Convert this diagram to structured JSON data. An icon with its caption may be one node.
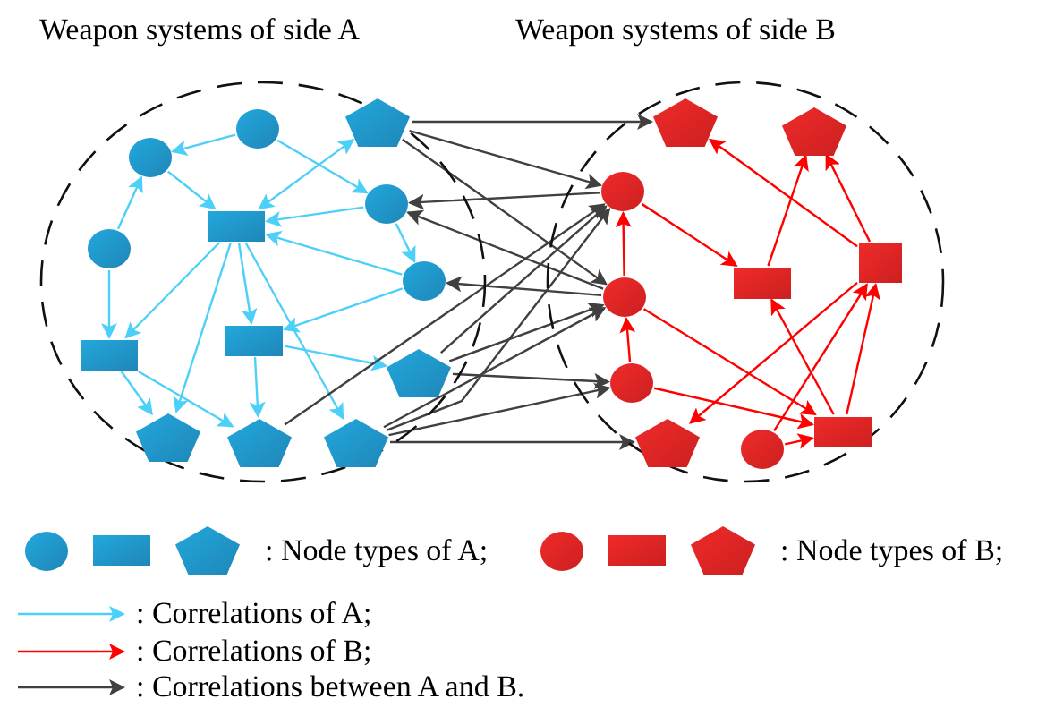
{
  "diagram": {
    "nodes": [
      {
        "text": [
          "Weapon systems of side A"
        ]
      },
      {
        "text": [],
        "shape": "circle",
        "in": 0
      },
      {
        "text": [],
        "shape": "circle",
        "in": 0
      },
      {
        "text": [],
        "shape": "pentagon",
        "in": 0
      },
      {
        "text": [],
        "shape": "circle",
        "in": 0
      },
      {
        "text": [],
        "shape": "box",
        "in": 0
      },
      {
        "text": [],
        "shape": "circle",
        "in": 0
      },
      {
        "text": [],
        "shape": "circle",
        "in": 0
      },
      {
        "text": [],
        "shape": "box",
        "in": 0
      },
      {
        "text": [],
        "shape": "box",
        "in": 0
      },
      {
        "text": [],
        "shape": "pentagon",
        "in": 0
      },
      {
        "text": [],
        "shape": "pentagon",
        "in": 0
      },
      {
        "text": [],
        "shape": "pentagon",
        "in": 0
      },
      {
        "text": [],
        "shape": "pentagon",
        "in": 0
      },
      {
        "text": [
          "Weapon systems of side B"
        ]
      },
      {
        "text": [],
        "shape": "pentagon",
        "in": 14
      },
      {
        "text": [],
        "shape": "pentagon",
        "in": 14
      },
      {
        "text": [],
        "shape": "circle",
        "in": 14
      },
      {
        "text": [],
        "shape": "box",
        "in": 14
      },
      {
        "text": [],
        "shape": "box",
        "in": 14
      },
      {
        "text": [],
        "shape": "circle",
        "in": 14
      },
      {
        "text": [],
        "shape": "circle",
        "in": 14
      },
      {
        "text": [],
        "shape": "box",
        "in": 14
      },
      {
        "text": [],
        "shape": "pentagon",
        "in": 14
      },
      {
        "text": [],
        "shape": "circle",
        "in": 14
      }
    ],
    "edges": [
      {
        "from": 2,
        "to": 1,
        "arrow": "to"
      },
      {
        "from": 4,
        "to": 1,
        "arrow": "to"
      },
      {
        "from": 1,
        "to": 5,
        "arrow": "to"
      },
      {
        "from": 2,
        "to": 6,
        "arrow": "to"
      },
      {
        "from": 5,
        "to": 3,
        "arrow": "both"
      },
      {
        "from": 6,
        "to": 5,
        "arrow": "to"
      },
      {
        "from": 7,
        "to": 5,
        "arrow": "to"
      },
      {
        "from": 6,
        "to": 7,
        "arrow": "to"
      },
      {
        "from": 4,
        "to": 8,
        "arrow": "to"
      },
      {
        "from": 5,
        "to": 8,
        "arrow": "to"
      },
      {
        "from": 5,
        "to": 11,
        "arrow": "to"
      },
      {
        "from": 5,
        "to": 9,
        "arrow": "to"
      },
      {
        "from": 5,
        "to": 13,
        "arrow": "to"
      },
      {
        "from": 7,
        "to": 9,
        "arrow": "to"
      },
      {
        "from": 9,
        "to": 10,
        "arrow": "to"
      },
      {
        "from": 8,
        "to": 11,
        "arrow": "to"
      },
      {
        "from": 8,
        "to": 12,
        "arrow": "to"
      },
      {
        "from": 9,
        "to": 12,
        "arrow": "to"
      },
      {
        "from": 3,
        "to": 15,
        "arrow": "to",
        "color": "#404040"
      },
      {
        "from": 3,
        "to": 17,
        "arrow": "to",
        "color": "#404040"
      },
      {
        "from": 3,
        "to": 20,
        "arrow": "to",
        "color": "#404040"
      },
      {
        "from": 17,
        "to": 6,
        "arrow": "to",
        "color": "#404040"
      },
      {
        "from": 20,
        "to": 6,
        "arrow": "to",
        "color": "#404040"
      },
      {
        "from": 20,
        "to": 7,
        "arrow": "to",
        "color": "#404040"
      },
      {
        "from": 10,
        "to": 17,
        "arrow": "to",
        "color": "#404040"
      },
      {
        "from": 10,
        "to": 20,
        "arrow": "to",
        "color": "#404040"
      },
      {
        "from": 10,
        "to": 21,
        "arrow": "to",
        "color": "#404040"
      },
      {
        "from": 13,
        "to": 17,
        "arrow": "to",
        "color": "#404040"
      },
      {
        "from": 13,
        "to": 20,
        "arrow": "to",
        "color": "#404040"
      },
      {
        "from": 13,
        "to": 21,
        "arrow": "to",
        "color": "#404040"
      },
      {
        "from": 13,
        "to": 23,
        "arrow": "to",
        "color": "#404040"
      },
      {
        "from": 12,
        "to": 17,
        "arrow": "to",
        "color": "#404040"
      },
      {
        "from": 21,
        "to": 20,
        "arrow": "to",
        "color": "#ff0000"
      },
      {
        "from": 20,
        "to": 17,
        "arrow": "to",
        "color": "#ff0000"
      },
      {
        "from": 17,
        "to": 19,
        "arrow": "to",
        "color": "#ff0000"
      },
      {
        "from": 19,
        "to": 16,
        "arrow": "to",
        "color": "#ff0000"
      },
      {
        "from": 18,
        "to": 16,
        "arrow": "to",
        "color": "#ff0000"
      },
      {
        "from": 18,
        "to": 15,
        "arrow": "to",
        "color": "#ff0000"
      },
      {
        "from": 18,
        "to": 23,
        "arrow": "to",
        "color": "#ff0000"
      },
      {
        "from": 20,
        "to": 22,
        "arrow": "to",
        "color": "#ff0000"
      },
      {
        "from": 21,
        "to": 22,
        "arrow": "to",
        "color": "#ff0000"
      },
      {
        "from": 22,
        "to": 19,
        "arrow": "to",
        "color": "#ff0000"
      },
      {
        "from": 22,
        "to": 18,
        "arrow": "to",
        "color": "#ff0000"
      },
      {
        "from": 24,
        "to": 22,
        "arrow": "to",
        "color": "#ff0000"
      },
      {
        "from": 24,
        "to": 18,
        "arrow": "to",
        "color": "#ff0000"
      }
    ],
    "legend": [
      {
        "text": ": Node types of A;"
      },
      {
        "text": ": Node types of B;"
      },
      {
        "text": ": Correlations of A;"
      },
      {
        "text": ": Correlations of B;"
      },
      {
        "text": ": Correlations between A and B."
      }
    ]
  }
}
